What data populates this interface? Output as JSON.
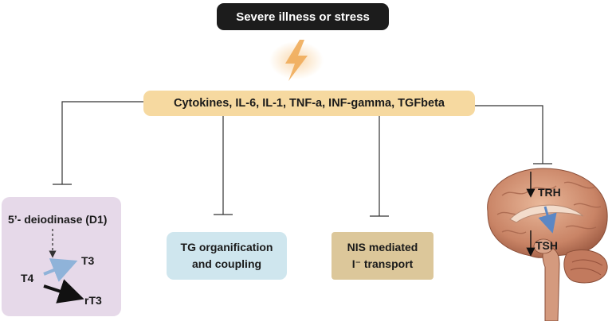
{
  "stress_label": "Severe illness or stress",
  "cytokines_label": "Cytokines, IL-6, IL-1, TNF-a, INF-gamma, TGFbeta",
  "deiodinase": {
    "enzyme": "5’- deiodinase (D1)",
    "t4": "T4",
    "t3": "T3",
    "rt3": "rT3"
  },
  "tg_box": {
    "line1": "TG organification",
    "line2": "and coupling"
  },
  "nis_box": {
    "line1": "NIS mediated",
    "line2": "I⁻ transport"
  },
  "brain": {
    "trh": "TRH",
    "tsh": "TSH"
  },
  "colors": {
    "stress_bg": "#1c1c1c",
    "cytokine_bg": "#f6d9a0",
    "deiodinase_bg": "#e6d9e9",
    "tg_bg": "#cfe6ee",
    "nis_bg": "#dcc79a",
    "t3_arrow": "#8fb3d9",
    "lightning": "#f5b96a"
  }
}
